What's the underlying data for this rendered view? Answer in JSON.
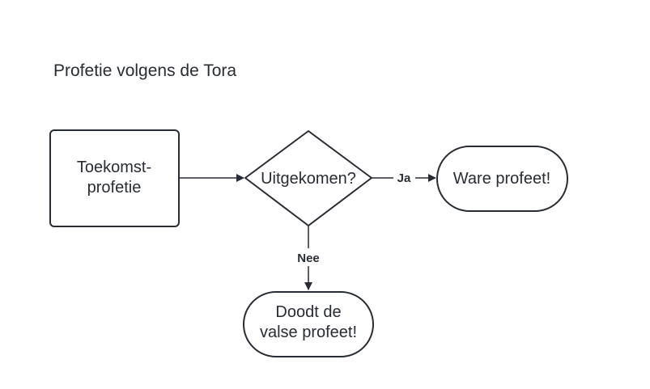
{
  "diagram": {
    "title": "Profetie volgens de Tora",
    "colors": {
      "stroke": "#282c33",
      "fill": "#ffffff",
      "text": "#282c33",
      "background": "#ffffff"
    },
    "nodes": {
      "start": {
        "shape": "rectangle",
        "lines": [
          "Toekomst-",
          "profetie"
        ]
      },
      "decision": {
        "shape": "diamond",
        "lines": [
          "Uitgekomen?"
        ]
      },
      "yes_result": {
        "shape": "terminator",
        "lines": [
          "Ware profeet!"
        ]
      },
      "no_result": {
        "shape": "terminator",
        "lines": [
          "Doodt de",
          "valse profeet!"
        ]
      }
    },
    "edges": {
      "start_to_decision": {
        "from": "start",
        "to": "decision",
        "label": ""
      },
      "decision_to_yes": {
        "from": "decision",
        "to": "yes_result",
        "label": "Ja"
      },
      "decision_to_no": {
        "from": "decision",
        "to": "no_result",
        "label": "Nee"
      }
    }
  }
}
